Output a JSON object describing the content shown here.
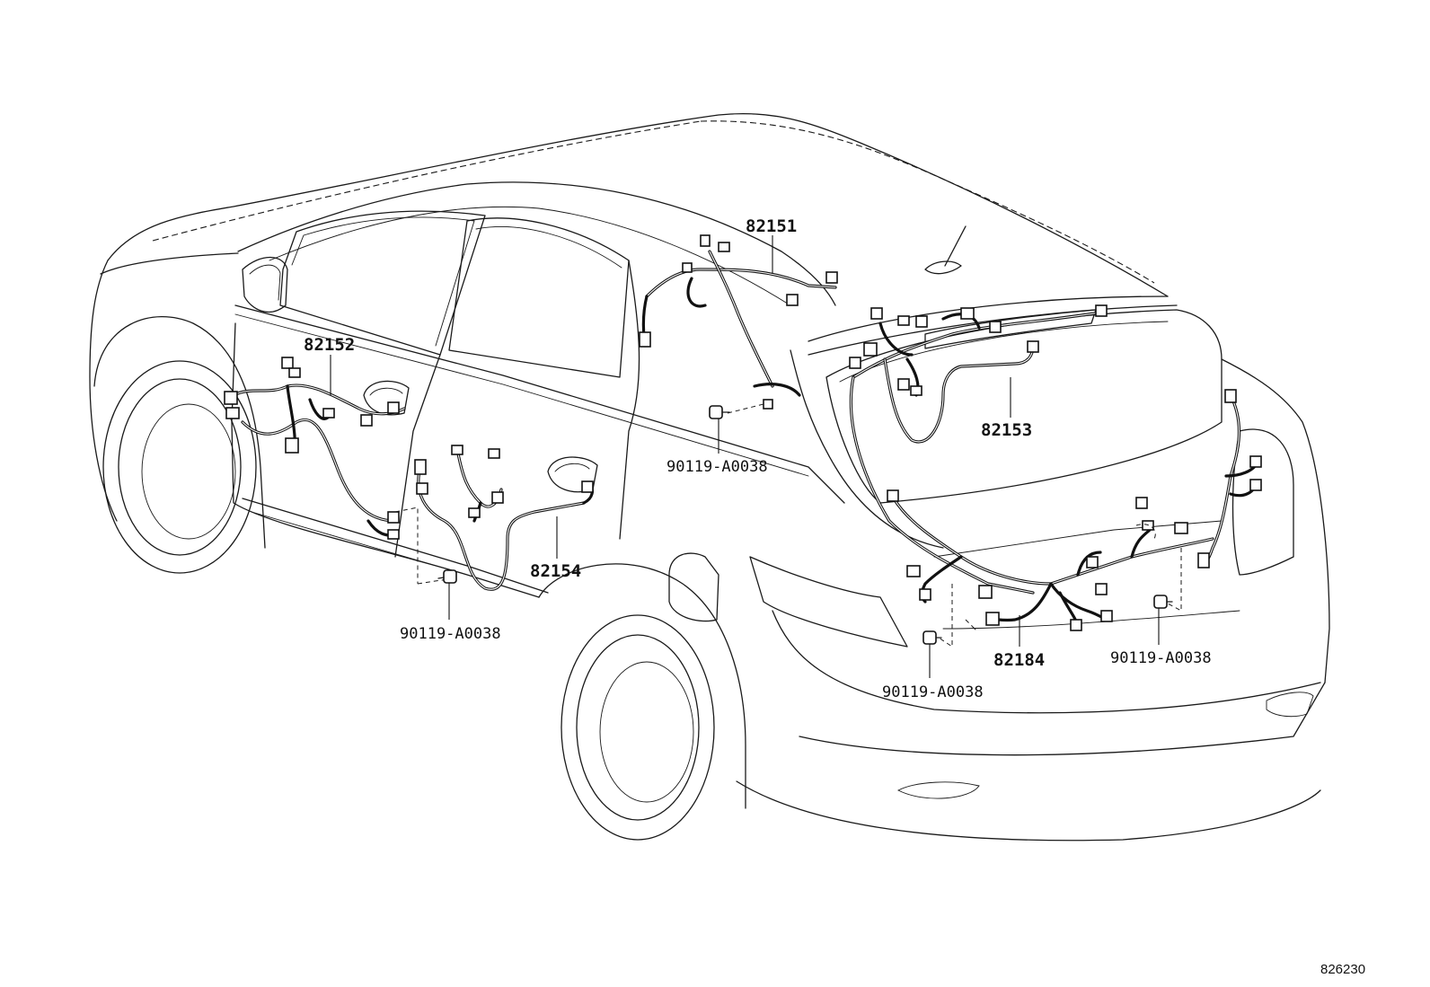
{
  "callouts": {
    "harness_roof": "82151",
    "harness_front_door": "82152",
    "harness_back_door_panel": "82153",
    "harness_rear_door": "82154",
    "harness_luggage": "82184",
    "bolt_roof": "90119-A0038",
    "bolt_front": "90119-A0038",
    "bolt_rear_left": "90119-A0038",
    "bolt_rear_right": "90119-A0038"
  },
  "catalog_number": "826230",
  "colors": {
    "line": "#1a1a1a",
    "background": "#ffffff"
  }
}
